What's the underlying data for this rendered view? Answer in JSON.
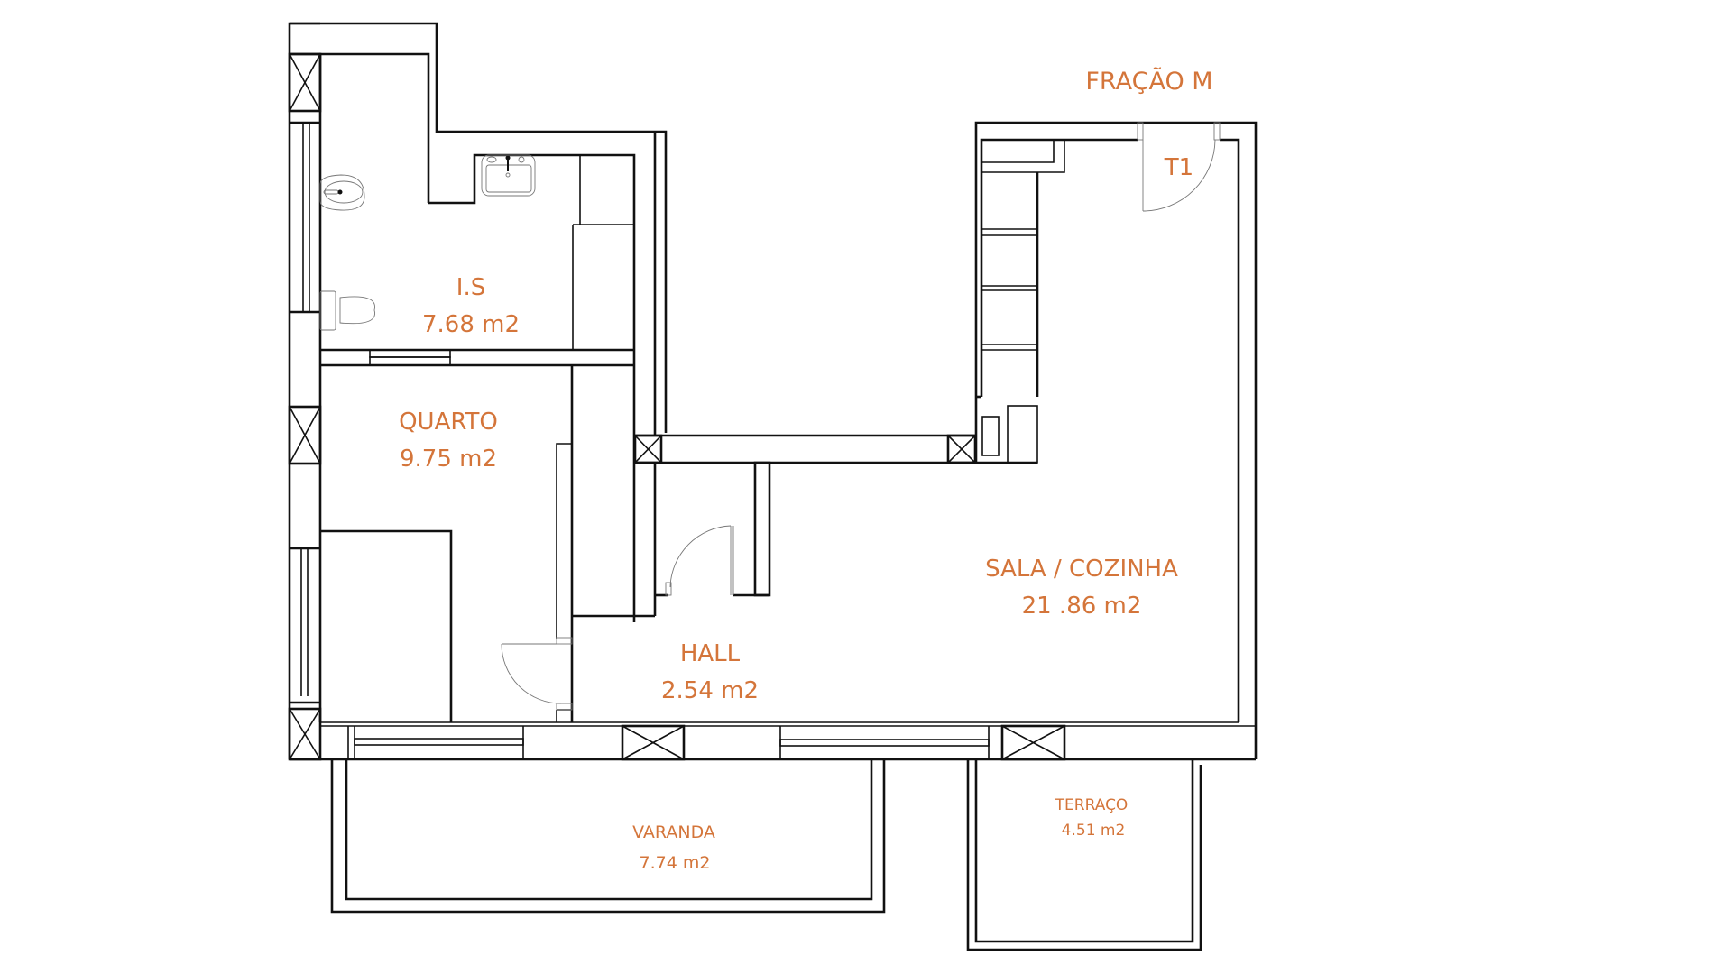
{
  "plan": {
    "title": "FRAÇÃO M",
    "typology": "T1",
    "accent_color": "#D4753A",
    "rooms": [
      {
        "name": "I.S",
        "area": "7.68 m2"
      },
      {
        "name": "QUARTO",
        "area": "9.75 m2"
      },
      {
        "name": "HALL",
        "area": "2.54 m2"
      },
      {
        "name": "SALA / COZINHA",
        "area": "21 .86 m2"
      },
      {
        "name": "VARANDA",
        "area": "7.74 m2"
      },
      {
        "name": "TERRAÇO",
        "area": "4.51 m2"
      }
    ]
  }
}
